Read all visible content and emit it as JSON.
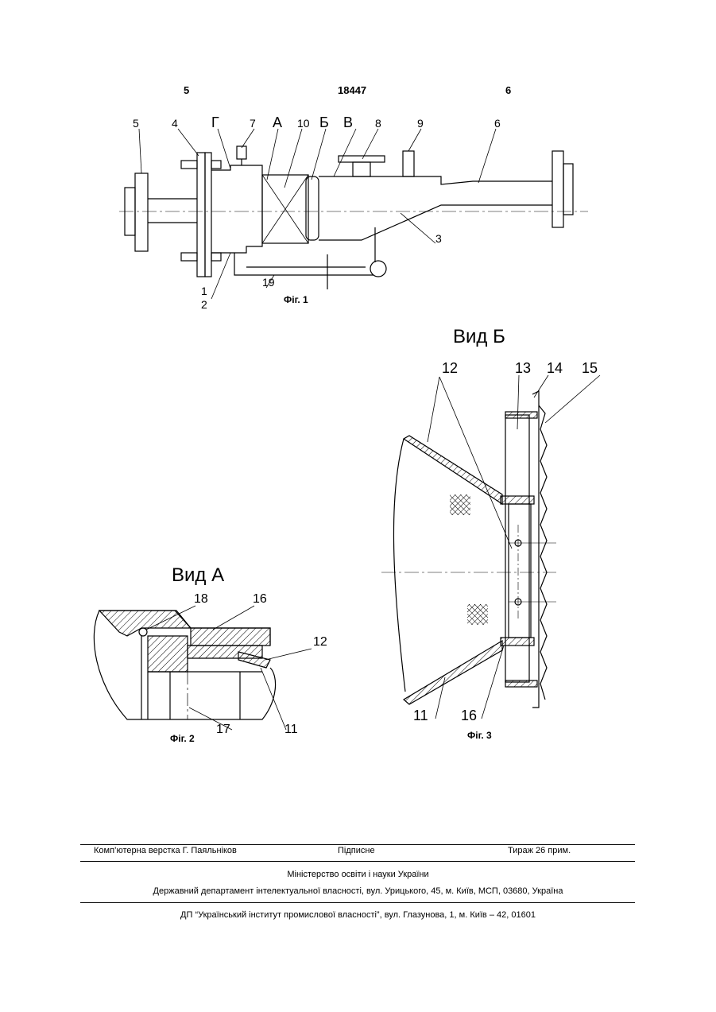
{
  "header": {
    "left_page": "5",
    "patent_number": "18447",
    "right_page": "6"
  },
  "fig1": {
    "caption": "Фіг. 1",
    "labels": [
      "5",
      "4",
      "Г",
      "7",
      "А",
      "10",
      "Б",
      "В",
      "8",
      "9",
      "6",
      "1",
      "2",
      "3",
      "19"
    ]
  },
  "fig2": {
    "view_title": "Вид А",
    "caption": "Фіг. 2",
    "labels": [
      "18",
      "16",
      "12",
      "17",
      "11"
    ]
  },
  "fig3": {
    "view_title": "Вид Б",
    "caption": "Фіг. 3",
    "labels": [
      "12",
      "13",
      "14",
      "15",
      "11",
      "16"
    ]
  },
  "footer": {
    "layout_by": "Комп’ютерна верстка Г. Паяльніков",
    "signed": "Підписне",
    "circulation": "Тираж 26 прим.",
    "ministry": "Міністерство освіти і науки України",
    "department": "Державний департамент інтелектуальної власності, вул. Урицького, 45, м. Київ, МСП, 03680, Україна",
    "institute": "ДП “Український інститут промислової власності”, вул. Глазунова, 1, м. Київ – 42, 01601"
  }
}
